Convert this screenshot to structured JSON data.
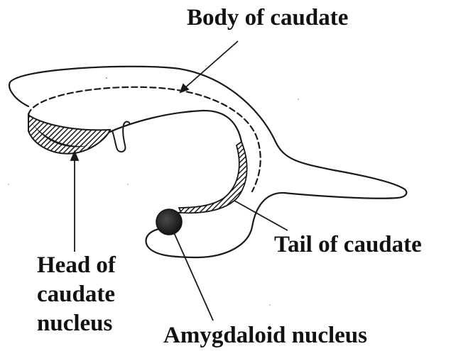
{
  "labels": {
    "body_of_caudate": "Body of caudate",
    "tail_of_caudate": "Tail of caudate",
    "amygdaloid_nucleus": "Amygdaloid nucleus",
    "head_of_caudate_nucleus": [
      "Head of",
      "caudate",
      "nucleus"
    ]
  },
  "colors": {
    "line": "#1a1a1a",
    "fill_dark": "#2b2b2b",
    "text": "#111111",
    "background": "#ffffff"
  }
}
